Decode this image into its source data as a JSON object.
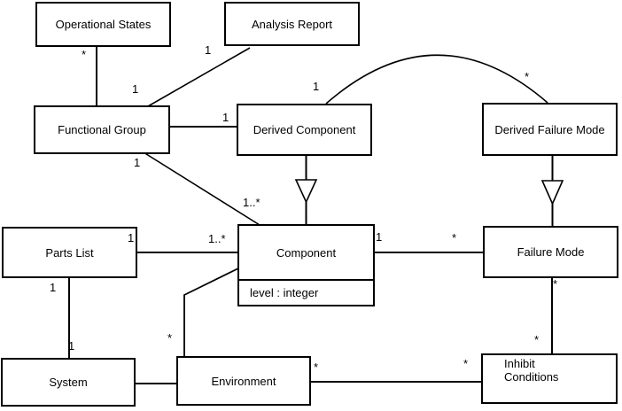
{
  "diagram": {
    "type": "uml-class-diagram",
    "colors": {
      "background": "#ffffff",
      "line": "#000000",
      "text": "#000000"
    },
    "classes": {
      "operational_states": {
        "name": "Operational States"
      },
      "analysis_report": {
        "name": "Analysis Report"
      },
      "functional_group": {
        "name": "Functional Group"
      },
      "derived_component": {
        "name": "Derived Component"
      },
      "derived_failure_mode": {
        "name": "Derived Failure Mode"
      },
      "parts_list": {
        "name": "Parts List"
      },
      "component": {
        "name": "Component",
        "attributes": [
          "level : integer"
        ]
      },
      "failure_mode": {
        "name": "Failure Mode"
      },
      "system": {
        "name": "System"
      },
      "environment": {
        "name": "Environment"
      },
      "inhibit_conditions": {
        "name": "Inhibit\nConditions"
      }
    },
    "multiplicities": {
      "op_states_end": "*",
      "fg_analysis_fg_end": "1",
      "fg_analysis_ar_end": "1",
      "fg_derived_comp_end": "1",
      "derived_comp_arc_end": "1",
      "derived_fm_arc_end": "*",
      "fg_component_fg_end": "1",
      "fg_component_comp_end": "1..*",
      "parts_list_comp_pl_end": "1",
      "parts_list_comp_comp_end": "1..*",
      "comp_fm_comp_end": "1",
      "comp_fm_fm_end": "*",
      "parts_list_system_pl_end": "1",
      "parts_list_system_sys_end": "1",
      "env_component_env_end": "*",
      "fm_inhibit_fm_end": "*",
      "fm_inhibit_ic_end": "*",
      "env_inhibit_env_end": "*",
      "env_inhibit_ic_end": "*"
    }
  }
}
